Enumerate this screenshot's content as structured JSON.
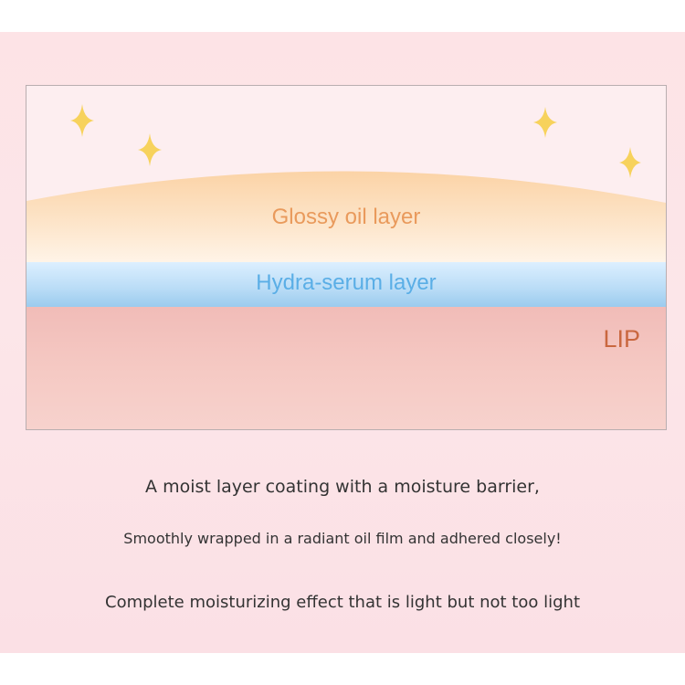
{
  "diagram": {
    "layers": {
      "oil": "Glossy oil layer",
      "serum": "Hydra-serum layer",
      "lip": "LIP"
    },
    "colors": {
      "oil_text": "#e99a5c",
      "serum_text": "#5aaee6",
      "lip_text": "#c9673f",
      "sparkle": "#f7d25c"
    },
    "decorations": [
      "sparkle-icon",
      "sparkle-icon",
      "sparkle-icon",
      "sparkle-icon"
    ]
  },
  "captions": {
    "line1": "A moist layer coating with a moisture barrier,",
    "line2": "Smoothly wrapped in a radiant oil film and adhered closely!",
    "line3": "Complete moisturizing effect that is light but not too light"
  }
}
